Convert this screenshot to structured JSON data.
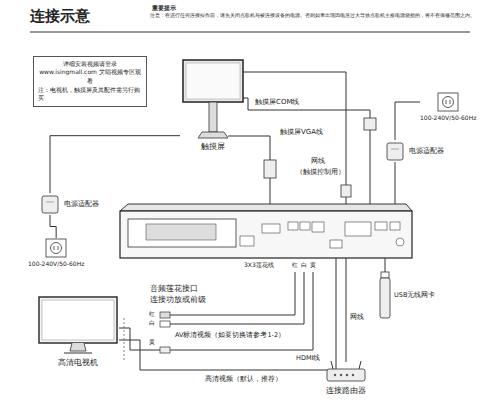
{
  "diagram": {
    "title": "连接示意",
    "nodes": [
      {
        "text": [
          "详细安装视频请登录 www.isingmall.com 艾唱视频专区观看",
          "注：电视机，触摸屏及其配件需另行购买"
        ]
      },
      {
        "text": [
          "触摸屏"
        ]
      },
      {
        "text": [
          "电源适配器"
        ]
      },
      {
        "text": [
          "100-240V/50-60Hz"
        ]
      },
      {
        "text": [
          "100-240V/50-60Hz"
        ]
      },
      {
        "text": [
          "电源适配器"
        ]
      },
      {
        "text": [
          "高清电视机"
        ]
      },
      {
        "text": [
          "连接路由器"
        ]
      }
    ],
    "edges": [
      {
        "from": 1,
        "to": 2,
        "arrow": "none"
      },
      {
        "from": 2,
        "to": 3,
        "arrow": "none"
      },
      {
        "from": 4,
        "to": 5,
        "arrow": "none"
      }
    ],
    "labels": [
      "重要提示",
      "注意：在进行任何连接操作前，请先关闭点歌机与被连接设备的电源。否则如果出现因电压过大导致点歌机主板电源烧损的，将不在保修范围之内。",
      "触摸屏COM线",
      "触摸屏VGA线",
      "网线",
      "（触摸控制用）",
      "3X3莲花线",
      "红",
      "白",
      "黄",
      "音频莲花接口",
      "连接功放或前级",
      "红",
      "白",
      "黄",
      "AV标清视频（如要切换请参考1-2）",
      "HDMI线",
      "高清视频（默认，推荐）",
      "网线",
      "USB无线网卡"
    ]
  }
}
